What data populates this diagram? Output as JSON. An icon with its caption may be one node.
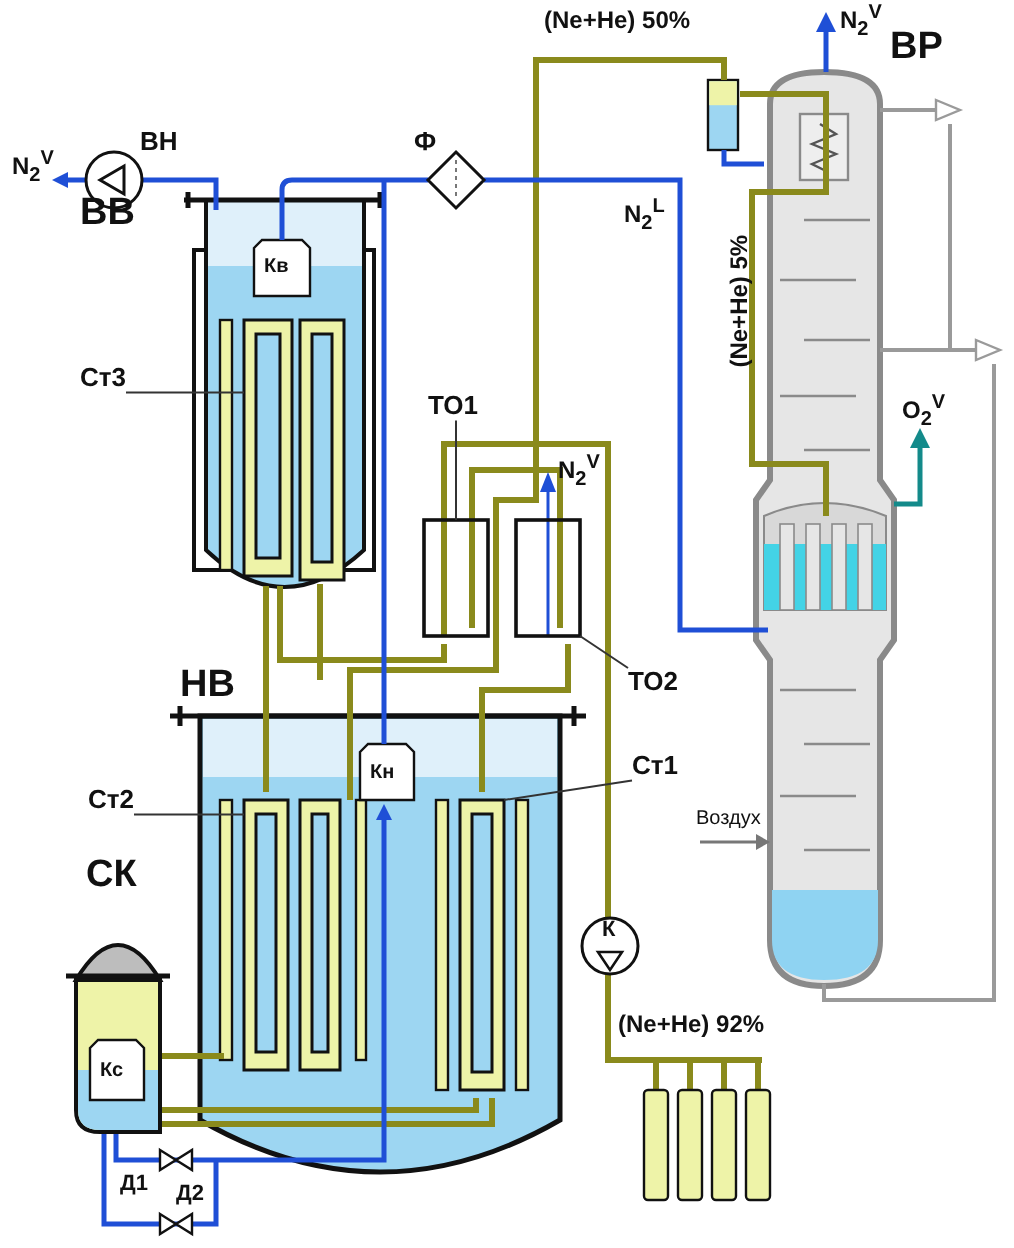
{
  "diagram": {
    "nodes": [
      {
        "text": [
          "Ст3"
        ]
      },
      {
        "text": [],
        "shape": "box"
      },
      {
        "text": [
          "ТО1"
        ]
      },
      {
        "text": [],
        "shape": "box"
      },
      {
        "text": [
          "ТО2"
        ]
      },
      {
        "text": [],
        "shape": "box"
      },
      {
        "text": [
          "Ст2"
        ]
      },
      {
        "text": [],
        "shape": "box"
      },
      {
        "text": [
          "Ст1"
        ]
      },
      {
        "text": [],
        "shape": "box"
      }
    ],
    "edges": [
      {
        "from": 0,
        "to": 1,
        "arrow": "none"
      },
      {
        "from": 2,
        "to": 3,
        "arrow": "none"
      },
      {
        "from": 4,
        "to": 5,
        "arrow": "none"
      },
      {
        "from": 6,
        "to": 7,
        "arrow": "none"
      },
      {
        "from": 8,
        "to": 9,
        "arrow": "none"
      }
    ],
    "labels": [
      "(Ne+He) 50%",
      "N$_{2}$$^{V}$",
      "ВР",
      "ВН",
      "N$_{2}$$^{V}$",
      "Ф",
      "ВВ",
      "Кв",
      "N$_{2}$$^{L}$",
      "(Ne+He) 5%",
      "O$_{2}$$^{V}$",
      "N$_{2}$$^{V}$",
      "НВ",
      "Кн",
      "Воздух",
      "СК",
      "Кс",
      "К",
      "(Ne+He) 92%",
      "Д1",
      "Д2"
    ]
  }
}
